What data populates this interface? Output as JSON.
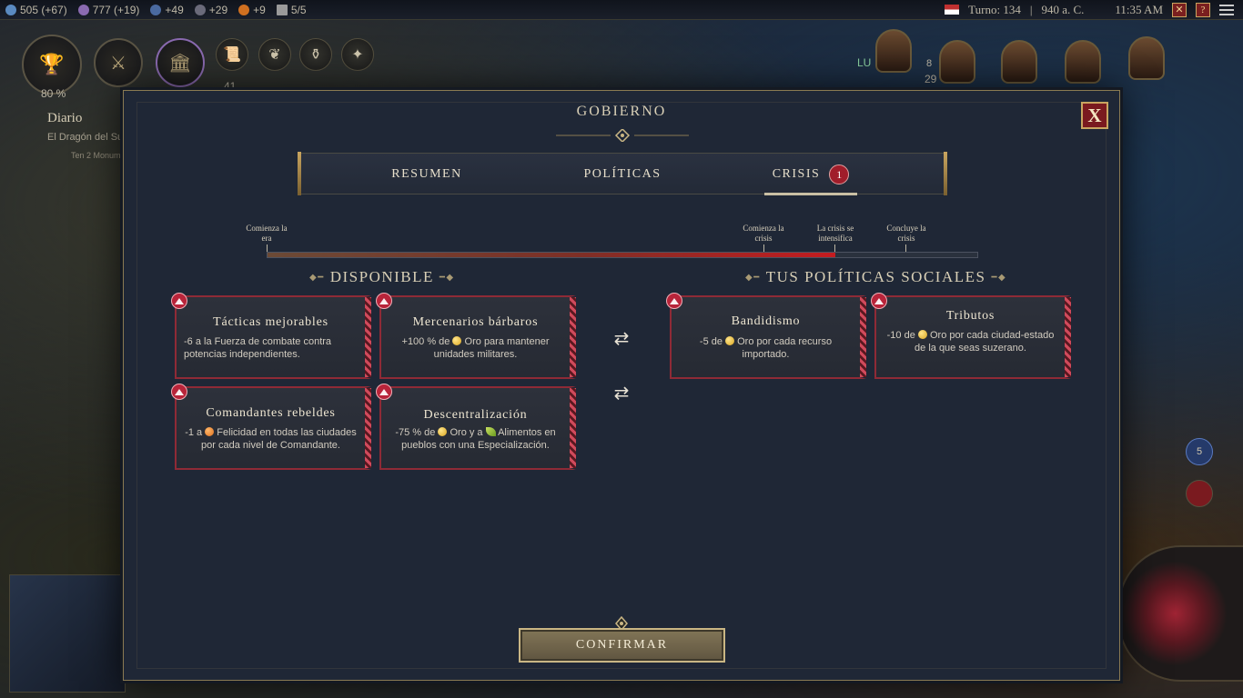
{
  "hud": {
    "science": "505 (+67)",
    "culture": "777 (+19)",
    "faith": "+49",
    "happiness": "+29",
    "influence": "+9",
    "settlements": "5/5",
    "turn": "Turno: 134",
    "year": "940 a. C.",
    "clock": "11:35 AM",
    "leader_num_a": "8",
    "leader_num_b": "29",
    "leader_tag": "LU",
    "unit_num": "41",
    "sideicon_num": "5",
    "progress_pct": "80 %"
  },
  "journal": {
    "title": "Diario",
    "subtitle": "El Dragón del Su",
    "detail": "Ten 2 Monum"
  },
  "panel": {
    "title": "GOBIERNO",
    "close_label": "X",
    "tabs": {
      "resumen": "RESUMEN",
      "politicas": "POLÍTICAS",
      "crisis": "CRISIS",
      "crisis_badge": "1"
    },
    "timeline": {
      "start": "Comienza la era",
      "crisis_begin": "Comienza la crisis",
      "crisis_intensifies": "La crisis se intensifica",
      "crisis_ends": "Concluye la crisis",
      "progress": 0.8
    },
    "available_header": "DISPONIBLE",
    "social_header": "TUS POLÍTICAS SOCIALES",
    "available": [
      {
        "title": "Tácticas mejorables",
        "desc": "-6 a la Fuerza de combate contra potencias independientes."
      },
      {
        "title": "Mercenarios bárbaros",
        "desc_a": "+100 % de",
        "desc_b": "Oro para mantener unidades militares."
      },
      {
        "title": "Comandantes rebeldes",
        "desc_a": "-1 a",
        "desc_b": "Felicidad en todas las ciudades por cada nivel de Comandante."
      },
      {
        "title": "Descentralización",
        "desc_a": "-75 % de",
        "desc_b": "Oro y a",
        "desc_c": "Alimentos en pueblos con una Especialización."
      }
    ],
    "social": [
      {
        "title": "Bandidismo",
        "desc_a": "-5 de",
        "desc_b": "Oro por cada recurso importado."
      },
      {
        "title": "Tributos",
        "desc_a": "-10 de",
        "desc_b": "Oro por cada ciudad-estado de la que seas suzerano."
      }
    ],
    "confirm_label": "CONFIRMAR"
  },
  "icons": {
    "swap": "swap-arrows-icon",
    "flag": "crisis-triangle-icon",
    "gold": "gold-coin-icon",
    "happiness": "happiness-icon",
    "food": "food-icon"
  },
  "colors": {
    "crisis_red": "#c41c20",
    "card_border": "#8f2a36",
    "gold_trim": "#c9a560"
  }
}
